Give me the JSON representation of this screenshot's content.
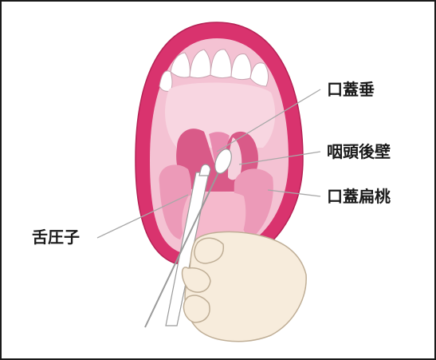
{
  "labels": {
    "uvula": "口蓋垂",
    "posterior_pharyngeal_wall": "咽頭後壁",
    "palatine_tonsil": "口蓋扁桃",
    "tongue_depressor": "舌圧子"
  },
  "colors": {
    "lip": "#d9336e",
    "lip_edge": "#b52255",
    "mouth_interior": "#f4c2d3",
    "palate": "#f8d6e1",
    "throat": "#e07aa0",
    "tonsil": "#ec9ab8",
    "tongue": "#f5b9cc",
    "teeth": "#ffffff",
    "skin": "#f7ecdc",
    "leader_line": "#a8a8a8",
    "text": "#1a1a1a"
  }
}
